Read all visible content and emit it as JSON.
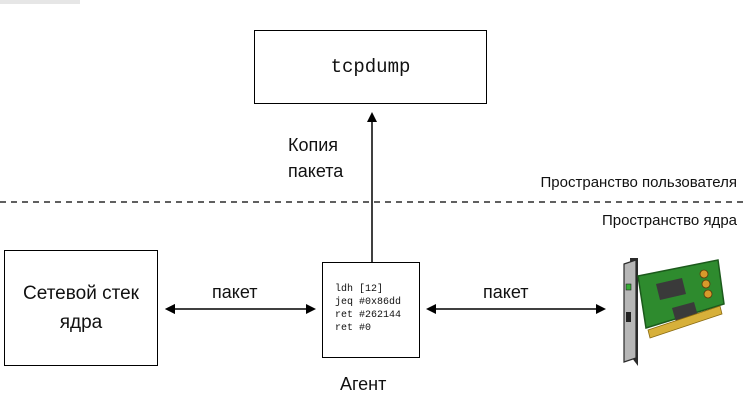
{
  "tcpdump": {
    "label": "tcpdump"
  },
  "copy_label": "Копия\nпакета",
  "user_space_label": "Пространство пользователя",
  "kernel_space_label": "Пространство ядра",
  "stack": {
    "label": "Сетевой стек\nядра"
  },
  "packet_left_label": "пакет",
  "packet_right_label": "пакет",
  "agent": {
    "code": [
      "ldh [12]",
      "jeq #0x86dd",
      "ret #262144",
      "ret #0"
    ],
    "label": "Агент"
  },
  "icons": {
    "nic": "network-card-icon"
  },
  "colors": {
    "nic_board": "#2e8b2e",
    "nic_bracket": "#7a7a7a",
    "nic_bracket_dark": "#2b2b2b",
    "chip": "#3a3a3a",
    "leds": "#d79a2b"
  }
}
